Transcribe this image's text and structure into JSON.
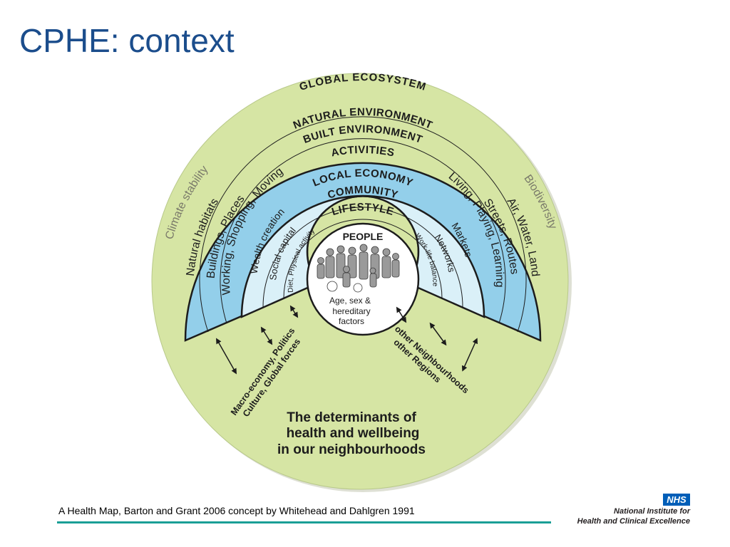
{
  "slide": {
    "title": "CPHE: context",
    "caption": "A Health Map, Barton and Grant 2006 concept by Whitehead and Dahlgren 1991"
  },
  "logo": {
    "badge": "NHS",
    "line1": "National Institute for",
    "line2": "Health and Clinical Excellence"
  },
  "diagram": {
    "band_labels": {
      "global": "GLOBAL ECOSYSTEM",
      "natural": "NATURAL ENVIRONMENT",
      "built": "BUILT ENVIRONMENT",
      "activities": "ACTIVITIES",
      "economy": "LOCAL ECONOMY",
      "community": "COMMUNITY",
      "lifestyle": "LIFESTYLE",
      "people": "PEOPLE"
    },
    "side_labels": {
      "climate": "Climate stability",
      "biodiversity": "Biodiversity",
      "natural_habitats": "Natural habitats",
      "air_water": "Air, Water, Land",
      "buildings": "Buildings, Places",
      "streets": "Streets, Routes",
      "working": "Working, Shopping, Moving",
      "living": "Living, Playing, Learning",
      "wealth": "Wealth creation",
      "markets": "Markets",
      "social_capital": "Social capital",
      "networks": "Networks",
      "diet": "Diet, Physical activity",
      "work_life": "Work-life balance"
    },
    "centre": {
      "line1": "Age, sex &",
      "line2": "hereditary",
      "line3": "factors"
    },
    "external": {
      "left_line1": "Macro-economy, Politics",
      "left_line2": "Culture, Global forces",
      "right_line1": "other Neighbourhoods",
      "right_line2": "other Regions"
    },
    "subtitle": {
      "line1": "The determinants of",
      "line2": "health and wellbeing",
      "line3": "in our neighbourhoods"
    },
    "colors": {
      "global_fill": "#d6e5a4",
      "natural_fill": "#93cfea",
      "community_fill": "#daf0f8",
      "core_fill": "#ffffff",
      "outline": "#1c1c1c",
      "title": "#1b4d8c",
      "rule": "#1a9e96"
    }
  }
}
